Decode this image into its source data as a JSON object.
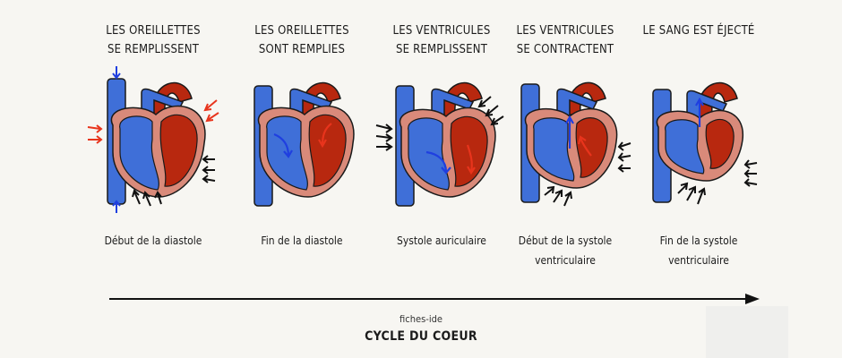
{
  "stages": [
    {
      "title": [
        "LES OREILLETTES",
        "SE REMPLISSENT"
      ],
      "caption": [
        "Début de la diastole"
      ]
    },
    {
      "title": [
        "LES OREILLETTES",
        "SONT REMPLIES"
      ],
      "caption": [
        "Fin de la diastole"
      ]
    },
    {
      "title": [
        "LES VENTRICULES",
        "SE REMPLISSENT"
      ],
      "caption": [
        "Systole auriculaire"
      ]
    },
    {
      "title": [
        "LES VENTRICULES",
        "SE CONTRACTENT"
      ],
      "caption": [
        "Début de la systole",
        "ventriculaire"
      ]
    },
    {
      "title": [
        "LE SANG EST ÉJECTÉ"
      ],
      "caption": [
        "Fin de la systole",
        "ventriculaire"
      ]
    }
  ],
  "source": "fiches-ide",
  "title": "CYCLE DU COEUR",
  "colors": {
    "deoxygenated_blood": "#3f6fd8",
    "oxygenated_blood": "#b8280f",
    "heart_wall": "#d98a7a",
    "outline": "#1a1a1a",
    "arrow_black": "#111111",
    "arrow_red": "#e8341c",
    "arrow_blue": "#1f3fe0"
  },
  "icons": {
    "heart": "heart-illustration-icon",
    "timeline": "timeline-arrow-icon"
  }
}
